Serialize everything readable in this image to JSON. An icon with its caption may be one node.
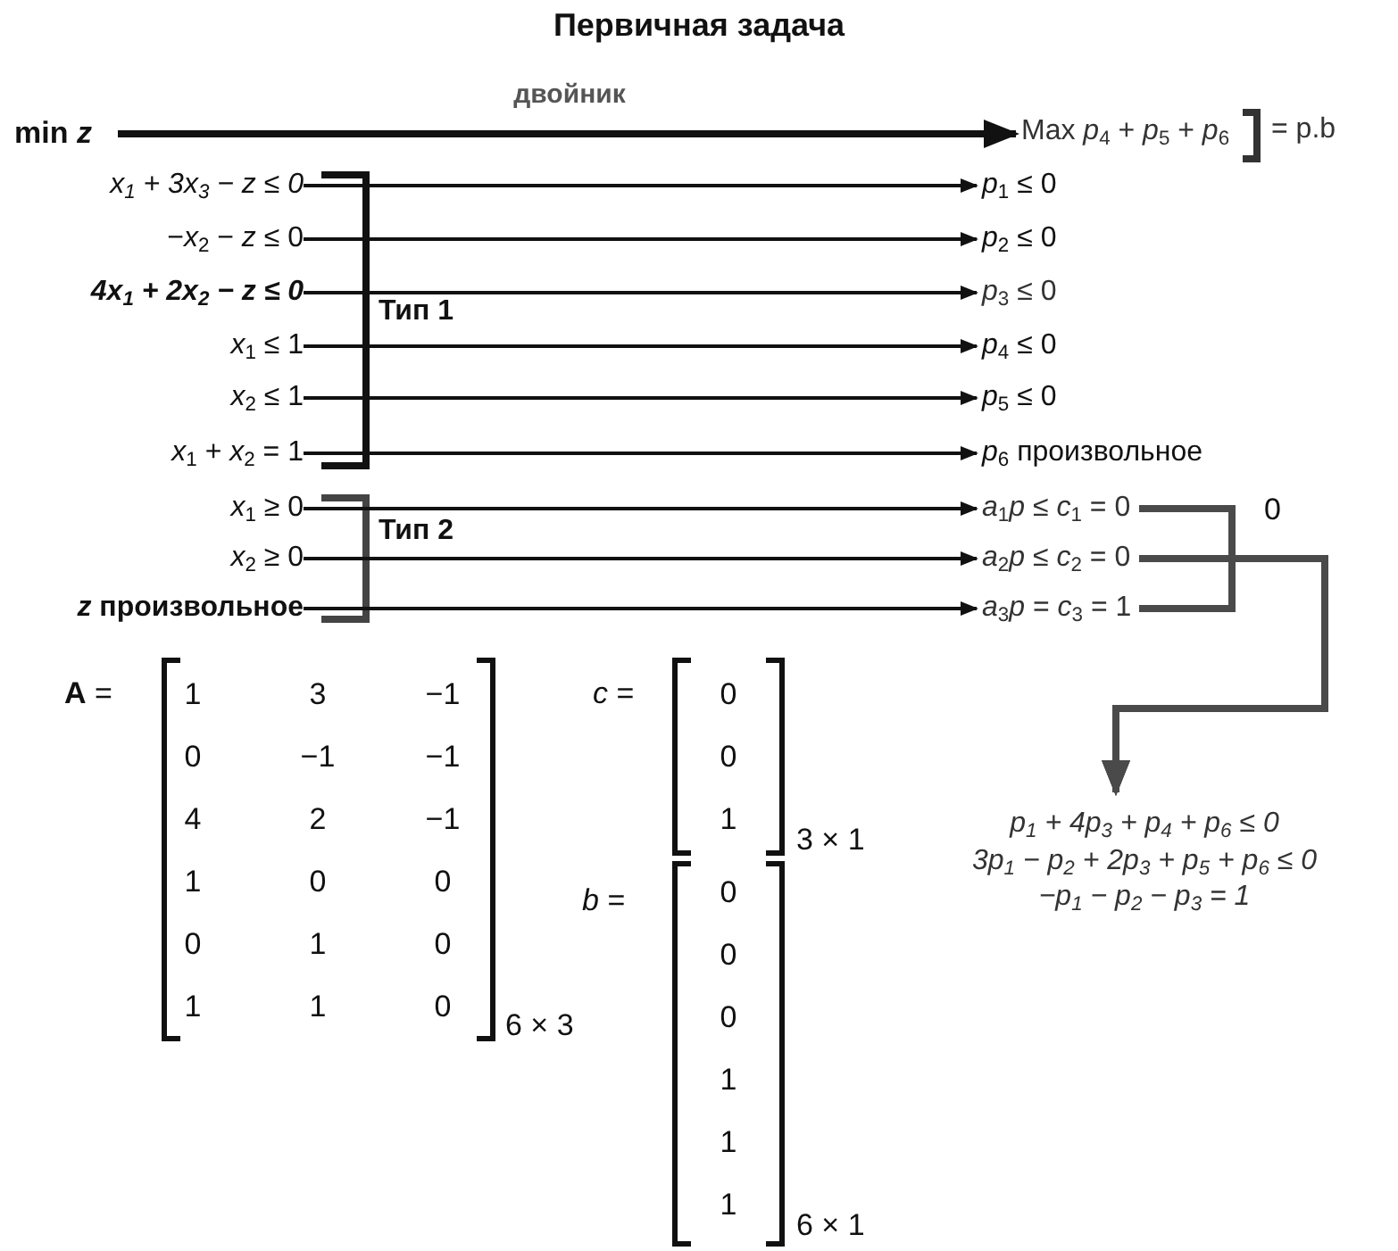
{
  "diagram": {
    "title": "Первичная задача",
    "nodes": [
      {
        "text": [
          "min *z*"
        ]
      },
      {
        "text": [
          "Max *p*$_{4}$ + *p*$_{5}$ + *p*$_{6}$"
        ],
        "beside": [
          "= p.b"
        ]
      },
      {
        "text": [
          "x$_{1}$ + 3x$_{3}$ − z ≤ 0"
        ]
      },
      {
        "text": [
          "−*x*$_{2}$ − *z* ≤ 0"
        ]
      },
      {
        "text": [
          "4x$_{1}$ + 2x$_{2}$ − z ≤ 0"
        ]
      },
      {
        "text": [
          "*x*$_{1}$ ≤ 1"
        ]
      },
      {
        "text": [
          "*x*$_{2}$ ≤ 1"
        ]
      },
      {
        "text": [
          "*x*$_{1}$ + *x*$_{2}$ = 1"
        ]
      },
      {
        "text": [
          "*x*$_{1}$ ≥ 0"
        ]
      },
      {
        "text": [
          "*x*$_{2}$ ≥ 0"
        ]
      },
      {
        "text": [
          "*z* произвольное"
        ]
      },
      {
        "text": [
          "*p*$_{1}$ ≤ 0"
        ]
      },
      {
        "text": [
          "*p*$_{2}$ ≤ 0"
        ]
      },
      {
        "text": [
          "*p*$_{3}$ ≤ 0"
        ]
      },
      {
        "text": [
          "*p*$_{4}$ ≤ 0"
        ]
      },
      {
        "text": [
          "*p*$_{5}$ ≤ 0"
        ]
      },
      {
        "text": [
          "*p*$_{6}$ произвольное"
        ]
      },
      {
        "text": [
          "*a*$_{1}$*p* ≤ *c*$_{1}$ = 0"
        ]
      },
      {
        "text": [
          "*a*$_{2}$*p* ≤ *c*$_{2}$ = 0"
        ]
      },
      {
        "text": [
          "*a*$_{3}$*p* = *c*$_{3}$ = 1"
        ]
      },
      {
        "text": [
          "p$_{1}$ + 4p$_{3}$ + p$_{4}$ + p$_{6}$ ≤ 0",
          "3p$_{1}$ − p$_{2}$ + 2p$_{3}$ + p$_{5}$ + p$_{6}$ ≤ 0",
          "−p$_{1}$ − p$_{2}$ − p$_{3}$ = 1"
        ]
      }
    ],
    "edges": [
      {
        "from": 0,
        "to": 1,
        "arrow": "to",
        "label": "двойник",
        "style": "thick"
      },
      {
        "from": 2,
        "to": 11,
        "arrow": "to"
      },
      {
        "from": 3,
        "to": 12,
        "arrow": "to"
      },
      {
        "from": 4,
        "to": 13,
        "arrow": "to"
      },
      {
        "from": 5,
        "to": 14,
        "arrow": "to"
      },
      {
        "from": 6,
        "to": 15,
        "arrow": "to"
      },
      {
        "from": 7,
        "to": 16,
        "arrow": "to"
      },
      {
        "from": 8,
        "to": 17,
        "arrow": "to"
      },
      {
        "from": 9,
        "to": 18,
        "arrow": "to"
      },
      {
        "from": 10,
        "to": 19,
        "arrow": "to"
      },
      {
        "from": 17,
        "to": 20,
        "arrow": "to",
        "style": "thick",
        "color": "#4a4a4a"
      },
      {
        "from": 18,
        "to": 20,
        "arrow": "to",
        "style": "thick",
        "color": "#4a4a4a"
      },
      {
        "from": 19,
        "to": 20,
        "arrow": "to",
        "style": "thick",
        "color": "#4a4a4a"
      }
    ],
    "labels": [
      "Тип 1",
      "Тип 2",
      "0",
      "**A** =",
      "1",
      "3",
      "−1",
      "0",
      "−1",
      "−1",
      "4",
      "2",
      "−1",
      "1",
      "0",
      "0",
      "0",
      "1",
      "0",
      "1",
      "1",
      "0",
      "6 × 3",
      "*c* =",
      "0",
      "0",
      "1",
      "3 × 1",
      "*b* =",
      "0",
      "0",
      "0",
      "1",
      "1",
      "1",
      "6 × 1"
    ]
  }
}
